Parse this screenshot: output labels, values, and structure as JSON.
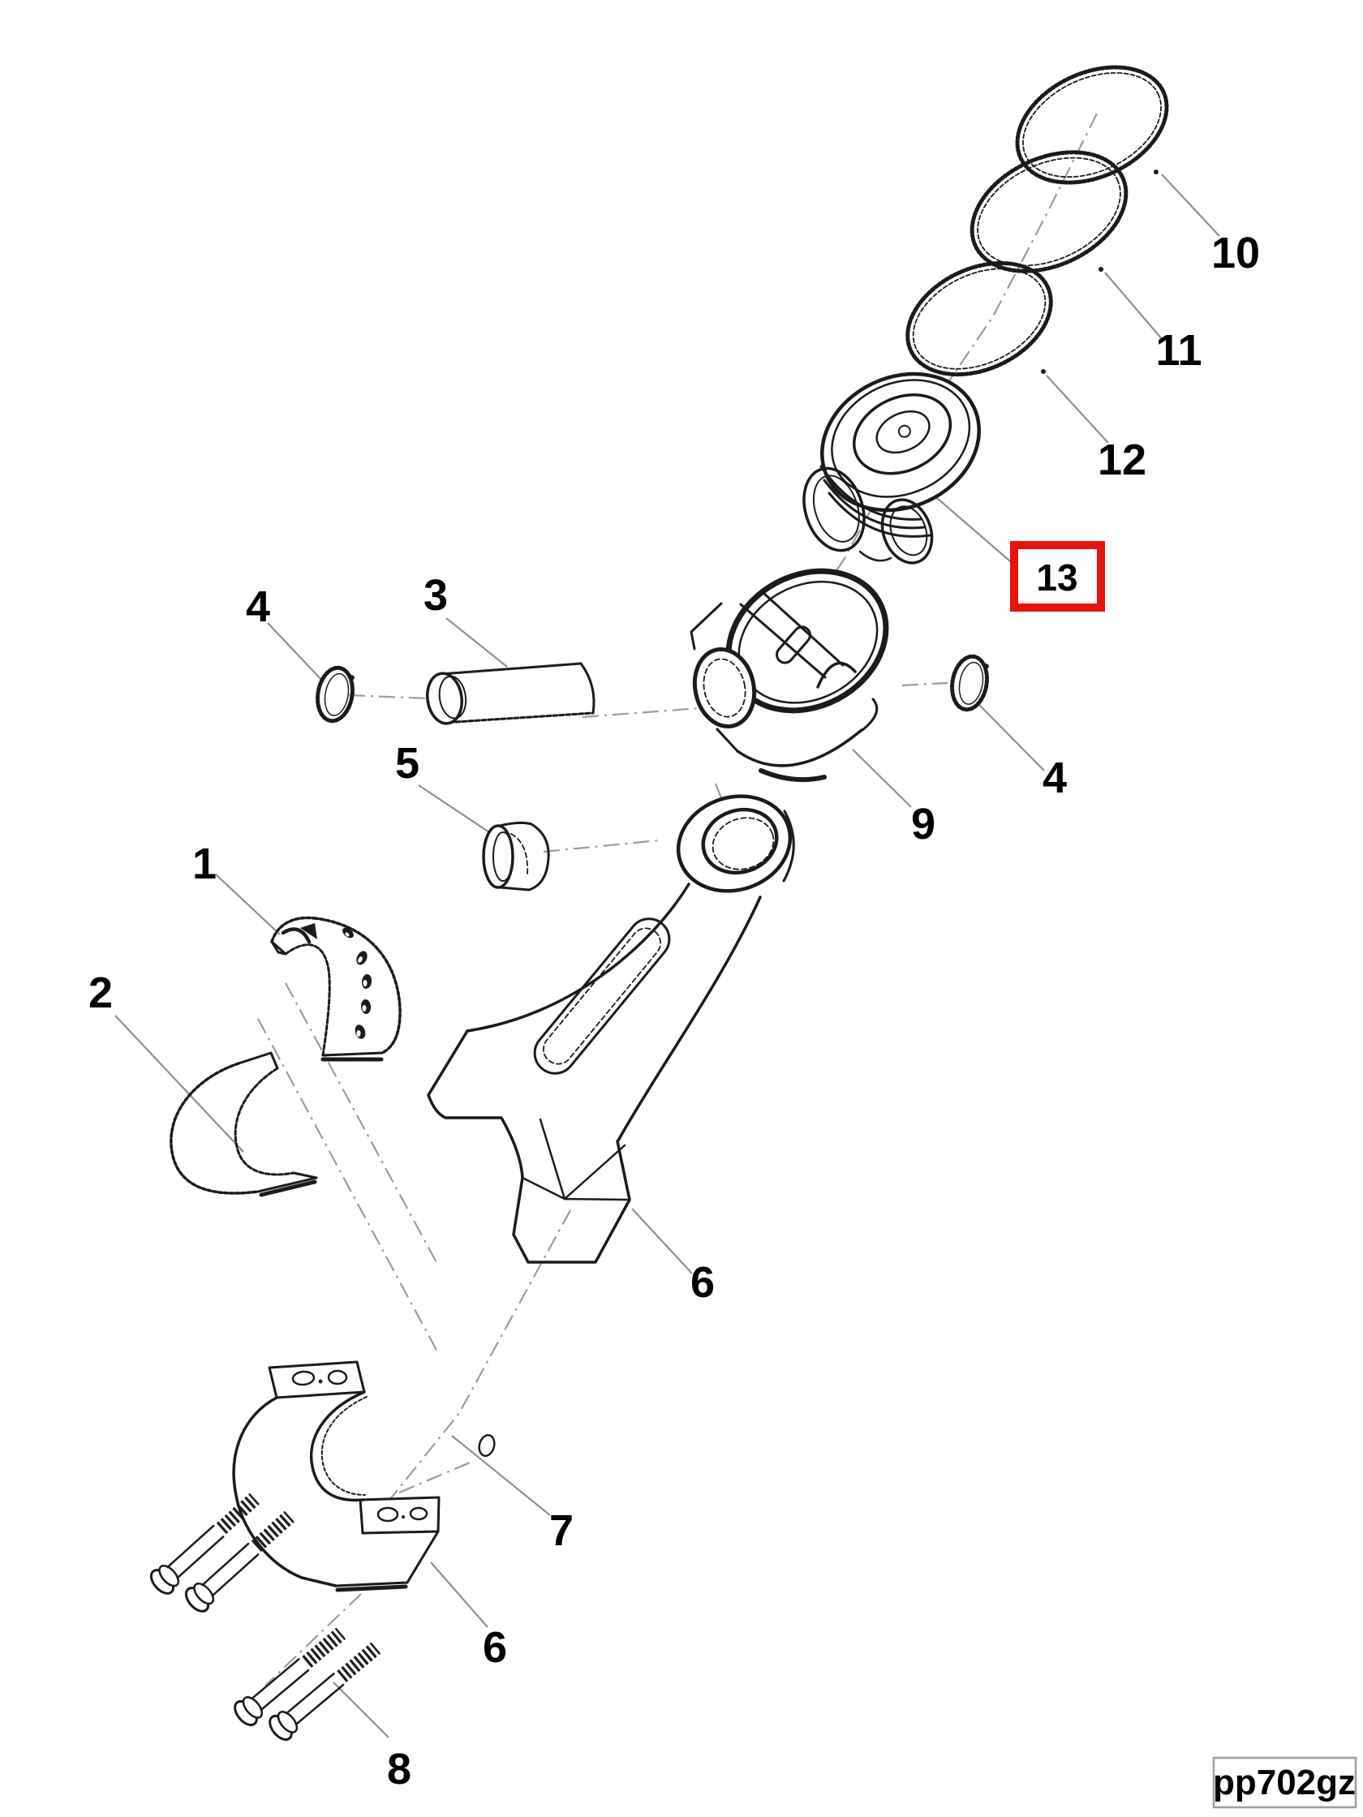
{
  "diagram_code": {
    "value": "pp702gz"
  },
  "labels": {
    "n1": "1",
    "n2": "2",
    "n3": "3",
    "n4a": "4",
    "n4b": "4",
    "n5": "5",
    "n6a": "6",
    "n6b": "6",
    "n7": "7",
    "n8": "8",
    "n9": "9",
    "n10": "10",
    "n11": "11",
    "n12": "12",
    "n13": "13"
  },
  "colors": {
    "highlight": "#e9130d",
    "ink": "#1b1b1b",
    "leader": "#8f8f8f",
    "code_border": "#9e9e9e"
  }
}
